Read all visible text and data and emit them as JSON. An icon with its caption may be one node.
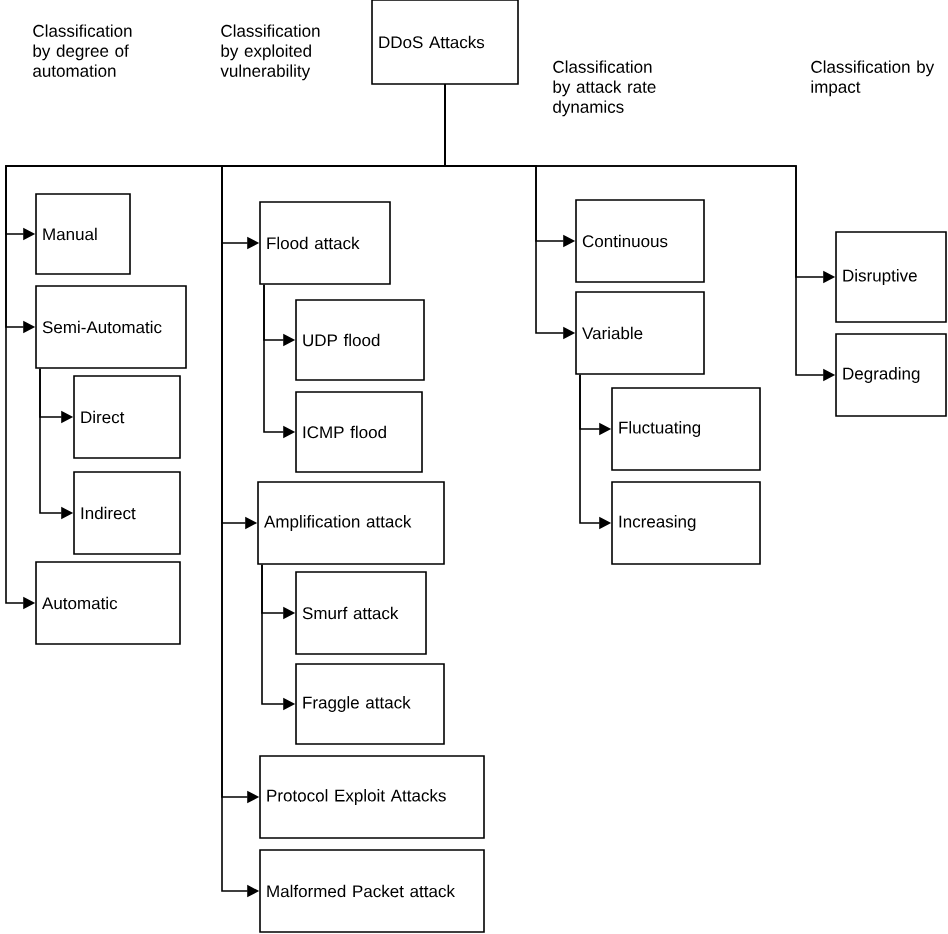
{
  "diagram": {
    "nodes": [
      {
        "text": [
          "DDoS Attacks"
        ]
      },
      {
        "text": [
          "Manual"
        ]
      },
      {
        "text": [
          "Semi-Automatic"
        ]
      },
      {
        "text": [
          "Direct"
        ]
      },
      {
        "text": [
          "Indirect"
        ]
      },
      {
        "text": [
          "Automatic"
        ]
      },
      {
        "text": [
          "Flood attack"
        ]
      },
      {
        "text": [
          "UDP flood"
        ]
      },
      {
        "text": [
          "ICMP flood"
        ]
      },
      {
        "text": [
          "Amplification attack"
        ]
      },
      {
        "text": [
          "Smurf attack"
        ]
      },
      {
        "text": [
          "Fraggle attack"
        ]
      },
      {
        "text": [
          "Protocol Exploit Attacks"
        ]
      },
      {
        "text": [
          "Malformed Packet attack"
        ]
      },
      {
        "text": [
          "Continuous"
        ]
      },
      {
        "text": [
          "Variable"
        ]
      },
      {
        "text": [
          "Fluctuating"
        ]
      },
      {
        "text": [
          "Increasing"
        ]
      },
      {
        "text": [
          "Disruptive"
        ]
      },
      {
        "text": [
          "Degrading"
        ]
      }
    ],
    "edges": [
      {
        "from": 0,
        "to": 1,
        "arrow": "to"
      },
      {
        "from": 0,
        "to": 2,
        "arrow": "to"
      },
      {
        "from": 2,
        "to": 3,
        "arrow": "to"
      },
      {
        "from": 2,
        "to": 4,
        "arrow": "to"
      },
      {
        "from": 0,
        "to": 5,
        "arrow": "to"
      },
      {
        "from": 0,
        "to": 6,
        "arrow": "to"
      },
      {
        "from": 6,
        "to": 7,
        "arrow": "to"
      },
      {
        "from": 6,
        "to": 8,
        "arrow": "to"
      },
      {
        "from": 0,
        "to": 9,
        "arrow": "to"
      },
      {
        "from": 9,
        "to": 10,
        "arrow": "to"
      },
      {
        "from": 9,
        "to": 11,
        "arrow": "to"
      },
      {
        "from": 0,
        "to": 12,
        "arrow": "to"
      },
      {
        "from": 0,
        "to": 13,
        "arrow": "to"
      },
      {
        "from": 0,
        "to": 14,
        "arrow": "to"
      },
      {
        "from": 0,
        "to": 15,
        "arrow": "to"
      },
      {
        "from": 15,
        "to": 16,
        "arrow": "to"
      },
      {
        "from": 15,
        "to": 17,
        "arrow": "to"
      },
      {
        "from": 0,
        "to": 18,
        "arrow": "to"
      },
      {
        "from": 0,
        "to": 19,
        "arrow": "to"
      }
    ],
    "labels": [
      "Classification by degree of automation",
      "Classification by exploited vulnerability",
      "Classification by attack rate dynamics",
      "Classification by impact"
    ]
  }
}
